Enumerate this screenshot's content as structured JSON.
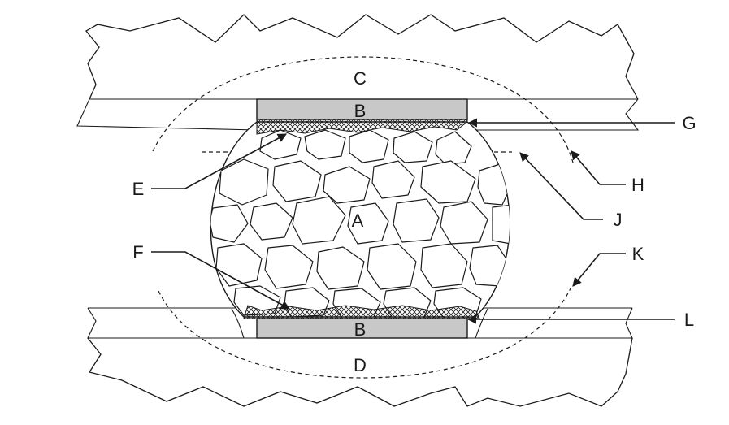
{
  "labels": {
    "a": "A",
    "b_top": "B",
    "b_bottom": "B",
    "c": "C",
    "d": "D",
    "e": "E",
    "f": "F",
    "g": "G",
    "h": "H",
    "j": "J",
    "k": "K",
    "l": "L"
  },
  "colors": {
    "ink": "#1a1a1a",
    "pad_fill": "#c8c8c8",
    "background": "#ffffff"
  }
}
